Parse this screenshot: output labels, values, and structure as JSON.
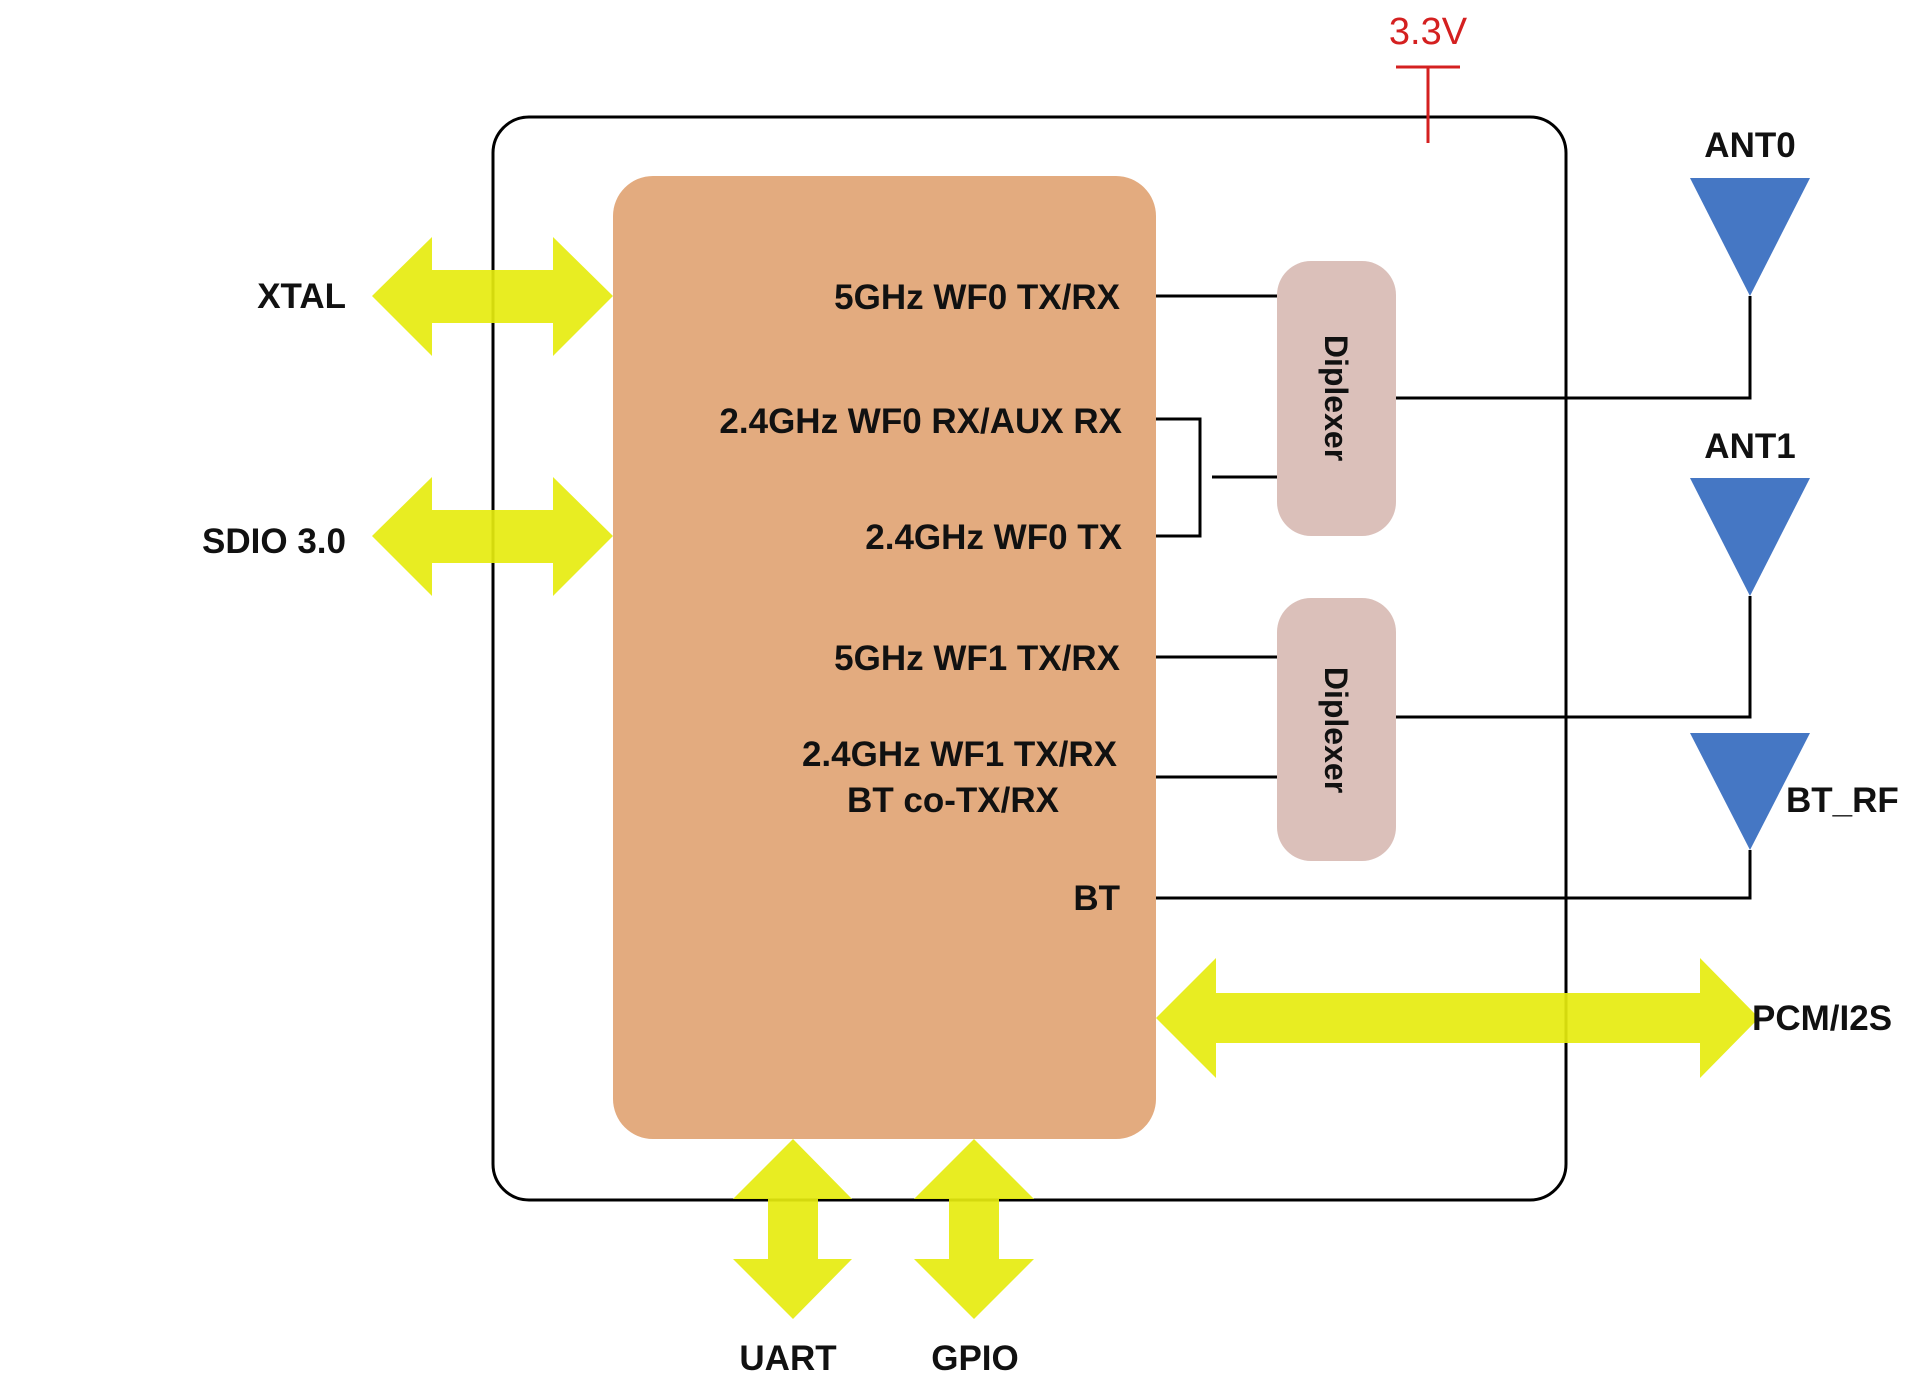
{
  "colors": {
    "chip_fill": "#E3AB7F",
    "diplexer_fill": "#DBC0BA",
    "arrow_fill": "#E6EB0F",
    "antenna_fill": "#4577C4",
    "power": "#D42020",
    "outline": "#000000"
  },
  "power": {
    "label": "3.3V"
  },
  "chip": {
    "ports": {
      "wf0_5g": "5GHz WF0 TX/RX",
      "wf0_24g_rx": "2.4GHz WF0 RX/AUX RX",
      "wf0_24g_tx": "2.4GHz WF0 TX",
      "wf1_5g": "5GHz WF1 TX/RX",
      "wf1_24g_line1": "2.4GHz WF1 TX/RX",
      "wf1_24g_line2": "BT co-TX/RX",
      "bt": "BT"
    }
  },
  "diplexers": [
    "Diplexer",
    "Diplexer"
  ],
  "antennas": {
    "ant0": "ANT0",
    "ant1": "ANT1",
    "bt_rf": "BT_RF"
  },
  "interfaces": {
    "xtal": "XTAL",
    "sdio": "SDIO 3.0",
    "pcm": "PCM/I2S",
    "uart": "UART",
    "gpio": "GPIO"
  }
}
